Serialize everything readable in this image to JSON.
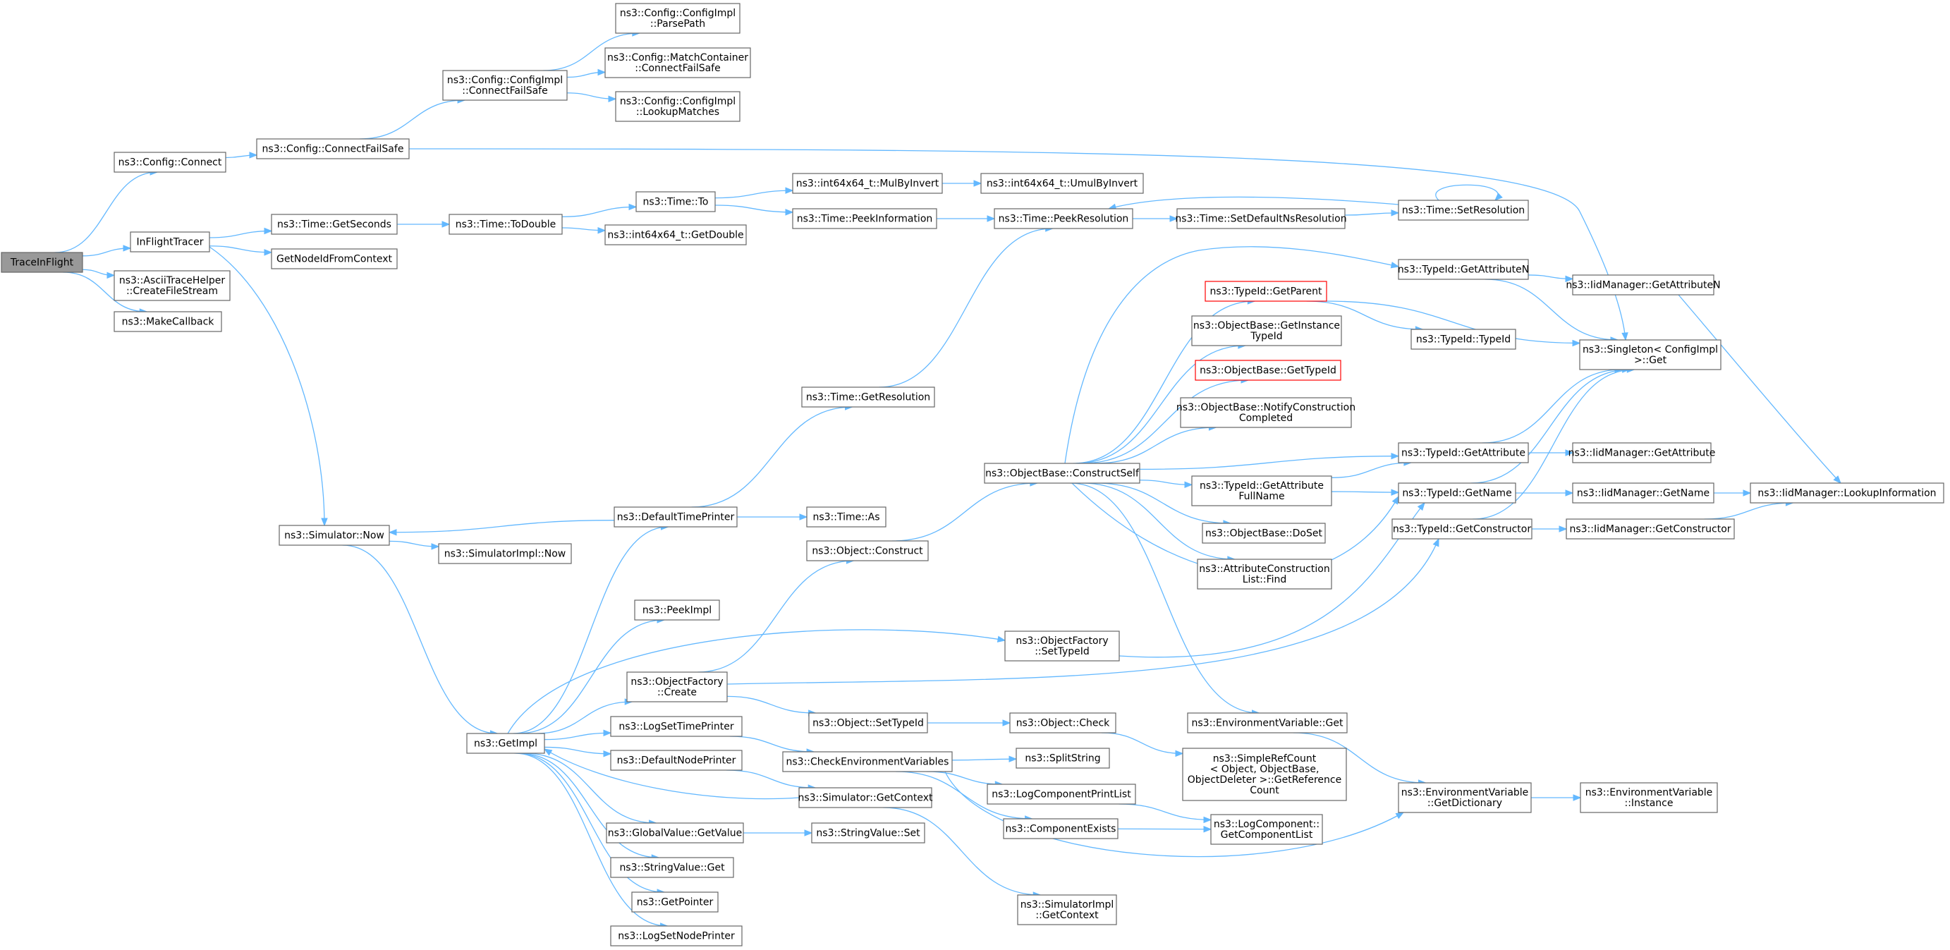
{
  "graph": {
    "colors": {
      "edge": "#63b8ff",
      "node_border": "#666666",
      "root_fill": "#999999",
      "highlight_border": "#ff0000"
    },
    "nodes": [
      {
        "id": "TraceInFlight",
        "lines": [
          "TraceInFlight"
        ],
        "kind": "root"
      },
      {
        "id": "ConfigConnect",
        "lines": [
          "ns3::Config::Connect"
        ]
      },
      {
        "id": "InFlightTracer",
        "lines": [
          "InFlightTracer"
        ]
      },
      {
        "id": "AsciiTrace",
        "lines": [
          "ns3::AsciiTraceHelper",
          "::CreateFileStream"
        ]
      },
      {
        "id": "MakeCallback",
        "lines": [
          "ns3::MakeCallback"
        ]
      },
      {
        "id": "ConfigConnectFailSafe",
        "lines": [
          "ns3::Config::ConnectFailSafe"
        ]
      },
      {
        "id": "ImplConnectFailSafe",
        "lines": [
          "ns3::Config::ConfigImpl",
          "::ConnectFailSafe"
        ]
      },
      {
        "id": "ParsePath",
        "lines": [
          "ns3::Config::ConfigImpl",
          "::ParsePath"
        ]
      },
      {
        "id": "MatchConnect",
        "lines": [
          "ns3::Config::MatchContainer",
          "::ConnectFailSafe"
        ]
      },
      {
        "id": "LookupMatches",
        "lines": [
          "ns3::Config::ConfigImpl",
          "::LookupMatches"
        ]
      },
      {
        "id": "GetSeconds",
        "lines": [
          "ns3::Time::GetSeconds"
        ]
      },
      {
        "id": "GetNodeId",
        "lines": [
          "GetNodeIdFromContext"
        ]
      },
      {
        "id": "ToDouble",
        "lines": [
          "ns3::Time::ToDouble"
        ]
      },
      {
        "id": "TimeTo",
        "lines": [
          "ns3::Time::To"
        ]
      },
      {
        "id": "GetDouble",
        "lines": [
          "ns3::int64x64_t::GetDouble"
        ]
      },
      {
        "id": "MulByInvert",
        "lines": [
          "ns3::int64x64_t::MulByInvert"
        ]
      },
      {
        "id": "UmulByInvert",
        "lines": [
          "ns3::int64x64_t::UmulByInvert"
        ]
      },
      {
        "id": "PeekInformation",
        "lines": [
          "ns3::Time::PeekInformation"
        ]
      },
      {
        "id": "PeekResolution",
        "lines": [
          "ns3::Time::PeekResolution"
        ]
      },
      {
        "id": "SetDefaultNs",
        "lines": [
          "ns3::Time::SetDefaultNsResolution"
        ]
      },
      {
        "id": "SetResolution",
        "lines": [
          "ns3::Time::SetResolution"
        ]
      },
      {
        "id": "GetAttributeN",
        "lines": [
          "ns3::TypeId::GetAttributeN"
        ]
      },
      {
        "id": "IidGetAttributeN",
        "lines": [
          "ns3::IidManager::GetAttributeN"
        ]
      },
      {
        "id": "GetParent",
        "lines": [
          "ns3::TypeId::GetParent"
        ],
        "kind": "highlight"
      },
      {
        "id": "TypeIdCtor",
        "lines": [
          "ns3::TypeId::TypeId"
        ]
      },
      {
        "id": "Singleton",
        "lines": [
          "ns3::Singleton< ConfigImpl",
          ">::Get"
        ]
      },
      {
        "id": "GetInstanceTypeId",
        "lines": [
          "ns3::ObjectBase::GetInstance",
          "TypeId"
        ]
      },
      {
        "id": "ObGetTypeId",
        "lines": [
          "ns3::ObjectBase::GetTypeId"
        ],
        "kind": "highlight"
      },
      {
        "id": "NotifyConstruction",
        "lines": [
          "ns3::ObjectBase::NotifyConstruction",
          "Completed"
        ]
      },
      {
        "id": "GetResolution",
        "lines": [
          "ns3::Time::GetResolution"
        ]
      },
      {
        "id": "ConstructSelf",
        "lines": [
          "ns3::ObjectBase::ConstructSelf"
        ]
      },
      {
        "id": "GetAttribute",
        "lines": [
          "ns3::TypeId::GetAttribute"
        ]
      },
      {
        "id": "IidGetAttribute",
        "lines": [
          "ns3::IidManager::GetAttribute"
        ]
      },
      {
        "id": "GetAttributeFullName",
        "lines": [
          "ns3::TypeId::GetAttribute",
          "FullName"
        ]
      },
      {
        "id": "GetName",
        "lines": [
          "ns3::TypeId::GetName"
        ]
      },
      {
        "id": "IidGetName",
        "lines": [
          "ns3::IidManager::GetName"
        ]
      },
      {
        "id": "LookupInformation",
        "lines": [
          "ns3::IidManager::LookupInformation"
        ]
      },
      {
        "id": "GetConstructor",
        "lines": [
          "ns3::TypeId::GetConstructor"
        ]
      },
      {
        "id": "IidGetConstructor",
        "lines": [
          "ns3::IidManager::GetConstructor"
        ]
      },
      {
        "id": "SimulatorNow",
        "lines": [
          "ns3::Simulator::Now"
        ]
      },
      {
        "id": "DefaultTimePrinter",
        "lines": [
          "ns3::DefaultTimePrinter"
        ]
      },
      {
        "id": "TimeAs",
        "lines": [
          "ns3::Time::As"
        ]
      },
      {
        "id": "SimImplNow",
        "lines": [
          "ns3::SimulatorImpl::Now"
        ]
      },
      {
        "id": "ObjectConstruct",
        "lines": [
          "ns3::Object::Construct"
        ]
      },
      {
        "id": "DoSet",
        "lines": [
          "ns3::ObjectBase::DoSet"
        ]
      },
      {
        "id": "AttrFind",
        "lines": [
          "ns3::AttributeConstruction",
          "List::Find"
        ]
      },
      {
        "id": "PeekImpl",
        "lines": [
          "ns3::PeekImpl"
        ]
      },
      {
        "id": "OFSetTypeId",
        "lines": [
          "ns3::ObjectFactory",
          "::SetTypeId"
        ]
      },
      {
        "id": "OFCreate",
        "lines": [
          "ns3::ObjectFactory",
          "::Create"
        ]
      },
      {
        "id": "ObjSetTypeId",
        "lines": [
          "ns3::Object::SetTypeId"
        ]
      },
      {
        "id": "ObjCheck",
        "lines": [
          "ns3::Object::Check"
        ]
      },
      {
        "id": "EnvGet",
        "lines": [
          "ns3::EnvironmentVariable::Get"
        ]
      },
      {
        "id": "GetImpl",
        "lines": [
          "ns3::GetImpl"
        ]
      },
      {
        "id": "LogSetTimePrinter",
        "lines": [
          "ns3::LogSetTimePrinter"
        ]
      },
      {
        "id": "CheckEnv",
        "lines": [
          "ns3::CheckEnvironmentVariables"
        ]
      },
      {
        "id": "SplitString",
        "lines": [
          "ns3::SplitString"
        ]
      },
      {
        "id": "SimpleRefCount",
        "lines": [
          "ns3::SimpleRefCount",
          "< Object, ObjectBase,",
          "ObjectDeleter >::GetReference",
          "Count"
        ]
      },
      {
        "id": "DefaultNodePrinter",
        "lines": [
          "ns3::DefaultNodePrinter"
        ]
      },
      {
        "id": "LogCompPrintList",
        "lines": [
          "ns3::LogComponentPrintList"
        ]
      },
      {
        "id": "SimGetContext",
        "lines": [
          "ns3::Simulator::GetContext"
        ]
      },
      {
        "id": "EnvGetDict",
        "lines": [
          "ns3::EnvironmentVariable",
          "::GetDictionary"
        ]
      },
      {
        "id": "EnvInstance",
        "lines": [
          "ns3::EnvironmentVariable",
          "::Instance"
        ]
      },
      {
        "id": "CompExists",
        "lines": [
          "ns3::ComponentExists"
        ]
      },
      {
        "id": "GetComponentList",
        "lines": [
          "ns3::LogComponent::",
          "GetComponentList"
        ]
      },
      {
        "id": "GVGetValue",
        "lines": [
          "ns3::GlobalValue::GetValue"
        ]
      },
      {
        "id": "StringValueSet",
        "lines": [
          "ns3::StringValue::Set"
        ]
      },
      {
        "id": "StringValueGet",
        "lines": [
          "ns3::StringValue::Get"
        ]
      },
      {
        "id": "GetPointer",
        "lines": [
          "ns3::GetPointer"
        ]
      },
      {
        "id": "SimImplGetContext",
        "lines": [
          "ns3::SimulatorImpl",
          "::GetContext"
        ]
      },
      {
        "id": "LogSetNodePrinter",
        "lines": [
          "ns3::LogSetNodePrinter"
        ]
      }
    ]
  }
}
